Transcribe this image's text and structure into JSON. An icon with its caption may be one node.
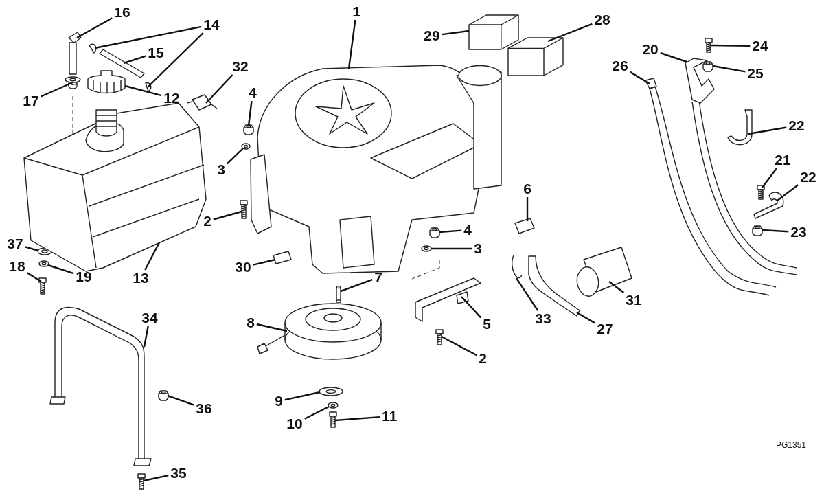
{
  "diagram": {
    "nodes": [
      {
        "text": [
          "1"
        ]
      },
      {
        "text": [
          "16"
        ]
      },
      {
        "text": [
          "28"
        ]
      },
      {
        "text": [
          "14"
        ]
      },
      {
        "text": [
          "29"
        ]
      },
      {
        "text": [
          "24"
        ]
      },
      {
        "text": [
          "20"
        ]
      },
      {
        "text": [
          "15"
        ]
      },
      {
        "text": [
          "26"
        ]
      },
      {
        "text": [
          "32"
        ]
      },
      {
        "text": [
          "25"
        ]
      },
      {
        "text": [
          "4"
        ]
      },
      {
        "text": [
          "12"
        ]
      },
      {
        "text": [
          "17"
        ]
      },
      {
        "text": [
          "22"
        ]
      },
      {
        "text": [
          "21"
        ]
      },
      {
        "text": [
          "3"
        ]
      },
      {
        "text": [
          "22"
        ]
      },
      {
        "text": [
          "6"
        ]
      },
      {
        "text": [
          "2"
        ]
      },
      {
        "text": [
          "4"
        ]
      },
      {
        "text": [
          "23"
        ]
      },
      {
        "text": [
          "37"
        ]
      },
      {
        "text": [
          "3"
        ]
      },
      {
        "text": [
          "18"
        ]
      },
      {
        "text": [
          "30"
        ]
      },
      {
        "text": [
          "19"
        ]
      },
      {
        "text": [
          "13"
        ]
      },
      {
        "text": [
          "7"
        ]
      },
      {
        "text": [
          "31"
        ]
      },
      {
        "text": [
          "34"
        ]
      },
      {
        "text": [
          "33"
        ]
      },
      {
        "text": [
          "8"
        ]
      },
      {
        "text": [
          "5"
        ]
      },
      {
        "text": [
          "27"
        ]
      },
      {
        "text": [
          "2"
        ]
      },
      {
        "text": [
          "9"
        ]
      },
      {
        "text": [
          "36"
        ]
      },
      {
        "text": [
          "11"
        ]
      },
      {
        "text": [
          "10"
        ]
      },
      {
        "text": [
          "35"
        ]
      },
      {
        "text": [],
        "shape": "picture"
      },
      {
        "text": [],
        "shape": "picture"
      },
      {
        "text": [],
        "shape": "box"
      },
      {
        "text": [],
        "shape": "picture"
      },
      {
        "text": [],
        "shape": "picture"
      },
      {
        "text": [],
        "shape": "box"
      },
      {
        "text": [],
        "shape": "picture"
      },
      {
        "text": [],
        "shape": "picture"
      },
      {
        "text": [],
        "shape": "picture"
      },
      {
        "text": [],
        "shape": "picture"
      },
      {
        "text": [],
        "shape": "picture"
      },
      {
        "text": [],
        "shape": "picture"
      },
      {
        "text": [],
        "shape": "picture"
      },
      {
        "text": [],
        "shape": "picture"
      },
      {
        "text": [],
        "shape": "picture"
      },
      {
        "text": [],
        "shape": "picture"
      },
      {
        "text": [],
        "shape": "picture"
      },
      {
        "text": [],
        "shape": "picture"
      },
      {
        "text": [],
        "shape": "picture"
      },
      {
        "text": [],
        "shape": "picture"
      },
      {
        "text": [],
        "shape": "picture"
      },
      {
        "text": [],
        "shape": "picture"
      },
      {
        "text": [],
        "shape": "picture"
      },
      {
        "text": [],
        "shape": "picture"
      },
      {
        "text": [],
        "shape": "picture"
      },
      {
        "text": [],
        "shape": "picture"
      },
      {
        "text": [],
        "shape": "picture"
      },
      {
        "text": [],
        "shape": "picture"
      },
      {
        "text": [],
        "shape": "picture"
      },
      {
        "text": [],
        "shape": "picture"
      },
      {
        "text": [],
        "shape": "picture"
      },
      {
        "text": [],
        "shape": "picture"
      },
      {
        "text": [],
        "shape": "picture"
      },
      {
        "text": [],
        "shape": "picture"
      },
      {
        "text": [],
        "shape": "picture"
      },
      {
        "text": [],
        "shape": "picture"
      },
      {
        "text": [],
        "shape": "picture"
      },
      {
        "text": [],
        "shape": "picture"
      },
      {
        "text": [],
        "shape": "picture"
      },
      {
        "text": [],
        "shape": "picture"
      },
      {
        "text": [],
        "shape": "picture"
      },
      {
        "text": [],
        "shape": "picture"
      }
    ],
    "edges": [
      {
        "from": 0,
        "to": 41,
        "arrow": "none"
      },
      {
        "from": 1,
        "to": 42,
        "arrow": "none"
      },
      {
        "from": 2,
        "to": 43,
        "arrow": "none"
      },
      {
        "from": 3,
        "to": 44,
        "arrow": "none"
      },
      {
        "from": 3,
        "to": 45,
        "arrow": "none"
      },
      {
        "from": 4,
        "to": 46,
        "arrow": "none"
      },
      {
        "from": 5,
        "to": 47,
        "arrow": "none"
      },
      {
        "from": 6,
        "to": 48,
        "arrow": "none"
      },
      {
        "from": 7,
        "to": 49,
        "arrow": "none"
      },
      {
        "from": 8,
        "to": 50,
        "arrow": "none"
      },
      {
        "from": 9,
        "to": 51,
        "arrow": "none"
      },
      {
        "from": 10,
        "to": 52,
        "arrow": "none"
      },
      {
        "from": 11,
        "to": 53,
        "arrow": "none"
      },
      {
        "from": 12,
        "to": 54,
        "arrow": "none"
      },
      {
        "from": 13,
        "to": 55,
        "arrow": "none"
      },
      {
        "from": 14,
        "to": 56,
        "arrow": "none"
      },
      {
        "from": 15,
        "to": 57,
        "arrow": "none"
      },
      {
        "from": 16,
        "to": 58,
        "arrow": "none"
      },
      {
        "from": 17,
        "to": 59,
        "arrow": "none"
      },
      {
        "from": 18,
        "to": 60,
        "arrow": "none"
      },
      {
        "from": 19,
        "to": 61,
        "arrow": "none"
      },
      {
        "from": 20,
        "to": 62,
        "arrow": "none"
      },
      {
        "from": 21,
        "to": 63,
        "arrow": "none"
      },
      {
        "from": 22,
        "to": 64,
        "arrow": "none"
      },
      {
        "from": 23,
        "to": 65,
        "arrow": "none"
      },
      {
        "from": 24,
        "to": 66,
        "arrow": "none"
      },
      {
        "from": 25,
        "to": 67,
        "arrow": "none"
      },
      {
        "from": 26,
        "to": 68,
        "arrow": "none"
      },
      {
        "from": 27,
        "to": 69,
        "arrow": "none"
      },
      {
        "from": 28,
        "to": 70,
        "arrow": "none"
      },
      {
        "from": 29,
        "to": 71,
        "arrow": "none"
      },
      {
        "from": 30,
        "to": 72,
        "arrow": "none"
      },
      {
        "from": 31,
        "to": 73,
        "arrow": "none"
      },
      {
        "from": 32,
        "to": 74,
        "arrow": "none"
      },
      {
        "from": 33,
        "to": 75,
        "arrow": "none"
      },
      {
        "from": 34,
        "to": 76,
        "arrow": "none"
      },
      {
        "from": 35,
        "to": 77,
        "arrow": "none"
      },
      {
        "from": 36,
        "to": 78,
        "arrow": "none"
      },
      {
        "from": 37,
        "to": 79,
        "arrow": "none"
      },
      {
        "from": 38,
        "to": 80,
        "arrow": "none"
      },
      {
        "from": 39,
        "to": 81,
        "arrow": "none"
      },
      {
        "from": 40,
        "to": 82,
        "arrow": "none"
      }
    ],
    "labels": [
      "PG1351"
    ]
  }
}
